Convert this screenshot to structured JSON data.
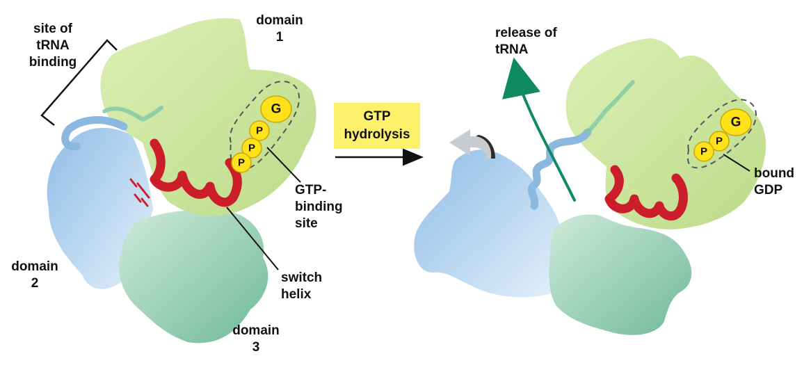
{
  "left_state": {
    "domain1": [
      "domain",
      "1"
    ],
    "domain2": [
      "domain",
      "2"
    ],
    "domain3": [
      "domain",
      "3"
    ],
    "trna_site": [
      "site of",
      "tRNA",
      "binding"
    ],
    "gtp_site": [
      "GTP-",
      "binding",
      "site"
    ],
    "switch_helix": [
      "switch",
      "helix"
    ],
    "nucleotide": {
      "base": "G",
      "phosphate1": "P",
      "phosphate2": "P",
      "phosphate3": "P"
    }
  },
  "transition": {
    "label": [
      "GTP",
      "hydrolysis"
    ]
  },
  "right_state": {
    "trna_release": [
      "release of",
      "tRNA"
    ],
    "bound_gdp": [
      "bound",
      "GDP"
    ],
    "nucleotide": {
      "base": "G",
      "phosphate1": "P",
      "phosphate2": "P"
    }
  },
  "colors": {
    "domain1_green": "#cfe6a0",
    "domain2_blue": "#a9cbe8",
    "domain3_teal": "#9fd1bb",
    "helix_red": "#cc1e2a",
    "nucleotide_yellow": "#ffe21a",
    "label_box_yellow": "#fdf06a",
    "trna_arrow_green": "#0f8a63"
  }
}
